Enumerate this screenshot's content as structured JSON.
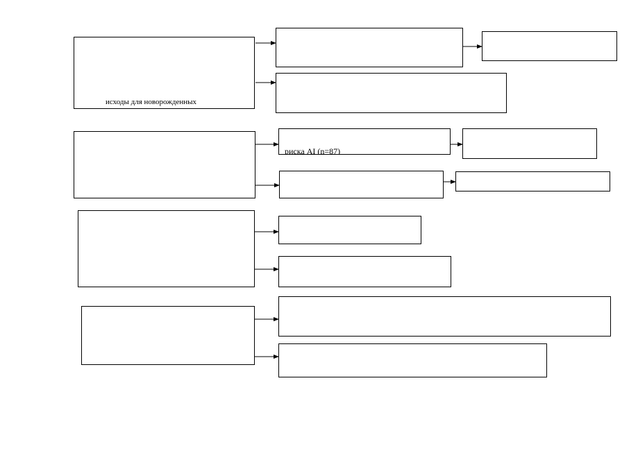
{
  "diagram": {
    "nodes": [
      {
        "id": "a1",
        "label": "исходы для новорожденных"
      },
      {
        "id": "a2",
        "label": ""
      },
      {
        "id": "a3",
        "label": ""
      },
      {
        "id": "a4",
        "label": ""
      },
      {
        "id": "b1",
        "label": ""
      },
      {
        "id": "b2",
        "label": "риска AI (n=87)"
      },
      {
        "id": "b3",
        "label": ""
      },
      {
        "id": "b4",
        "label": ""
      },
      {
        "id": "b5",
        "label": ""
      },
      {
        "id": "c1",
        "label": ""
      },
      {
        "id": "c2",
        "label": ""
      },
      {
        "id": "c3",
        "label": ""
      },
      {
        "id": "d1",
        "label": ""
      },
      {
        "id": "d2",
        "label": ""
      },
      {
        "id": "d3",
        "label": ""
      }
    ],
    "edges": [
      {
        "from": "a1",
        "to": "a2"
      },
      {
        "from": "a2",
        "to": "a3"
      },
      {
        "from": "a1",
        "to": "a4"
      },
      {
        "from": "b1",
        "to": "b2"
      },
      {
        "from": "b2",
        "to": "b3"
      },
      {
        "from": "b1",
        "to": "b4"
      },
      {
        "from": "b4",
        "to": "b5"
      },
      {
        "from": "c1",
        "to": "c2"
      },
      {
        "from": "c1",
        "to": "c3"
      },
      {
        "from": "d1",
        "to": "d2"
      },
      {
        "from": "d1",
        "to": "d3"
      }
    ]
  }
}
